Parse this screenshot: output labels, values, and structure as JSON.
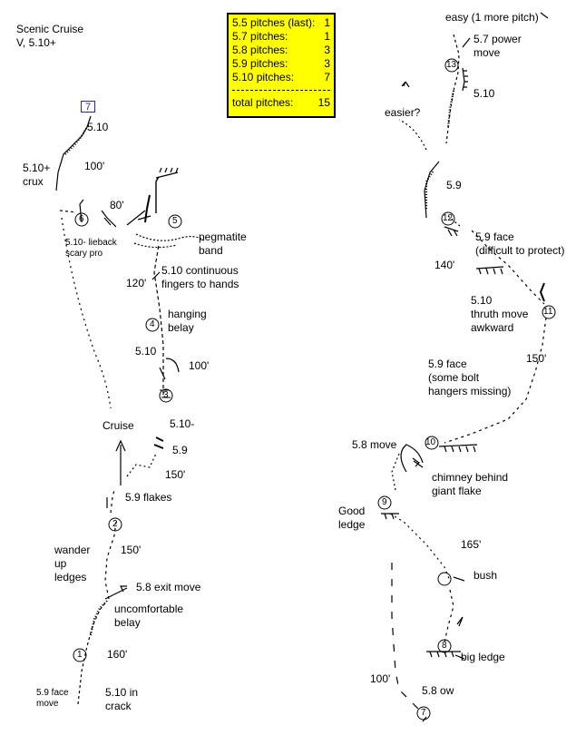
{
  "title": {
    "name": "Scenic Cruise",
    "grade": "V, 5.10+"
  },
  "legend": {
    "rows": [
      {
        "label": "5.5 pitches (last):",
        "count": "1"
      },
      {
        "label": "5.7 pitches:",
        "count": "1"
      },
      {
        "label": "5.8 pitches:",
        "count": "3"
      },
      {
        "label": "5.9 pitches:",
        "count": "3"
      },
      {
        "label": "5.10 pitches:",
        "count": "7"
      }
    ],
    "total_label": "total pitches:",
    "total_count": "15"
  },
  "top_marker": "7",
  "left_labels": {
    "g510_top": "5.10",
    "crux": "5.10+\ncrux",
    "len100a": "100'",
    "len80": "80'",
    "lieback": "5.10- lieback\nscary pro",
    "pegmatite": "pegmatite\nband",
    "continuous": "5.10 continuous\nfingers to hands",
    "len120": "120'",
    "hanging": "hanging\nbelay",
    "g510_mid": "5.10",
    "len100b": "100'",
    "cruise": "Cruise",
    "g510minus": "5.10-",
    "g59": "5.9",
    "len150a": "150'",
    "flakes": "5.9 flakes",
    "wander": "wander\nup\nledges",
    "len150b": "150'",
    "exit": "5.8 exit move",
    "uncomf": "uncomfortable\nbelay",
    "len160": "160'",
    "face59": "5.9 face\nmove",
    "crack": "5.10 in\ncrack"
  },
  "right_labels": {
    "easy": "easy (1 more pitch)",
    "power": "5.7 power\nmove",
    "g510": "5.10",
    "easier": "easier?",
    "g59": "5.9",
    "face59a": "5.9 face\n(difficult to protect)",
    "len140": "140'",
    "thruth": "5.10\nthruth move\nawkward",
    "len150": "150'",
    "face59b": "5.9 face\n(some bolt\nhangers missing)",
    "move58": "5.8 move",
    "chimney": "chimney behind\ngiant flake",
    "goodledge": "Good\nledge",
    "len165": "165'",
    "bush": "bush",
    "bigledge": "big ledge",
    "len100": "100'",
    "ow": "5.8 ow"
  },
  "belays": {
    "l1": "1",
    "l2": "2",
    "l3": "3",
    "l4": "4",
    "l5": "5",
    "l6": "6",
    "r7": "7",
    "r8": "8",
    "r9": "9",
    "r10": "10",
    "r11": "11",
    "r12": "12",
    "r13": "13"
  },
  "colors": {
    "legend_bg": "#ffff00",
    "marker": "#2b2b9a"
  }
}
